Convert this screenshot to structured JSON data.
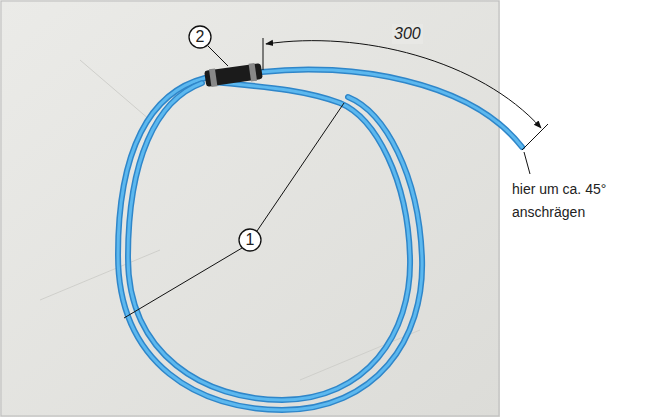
{
  "diagram": {
    "labels": [
      "2",
      "300",
      "1",
      "hier um ca. 45° anschrägen"
    ]
  }
}
